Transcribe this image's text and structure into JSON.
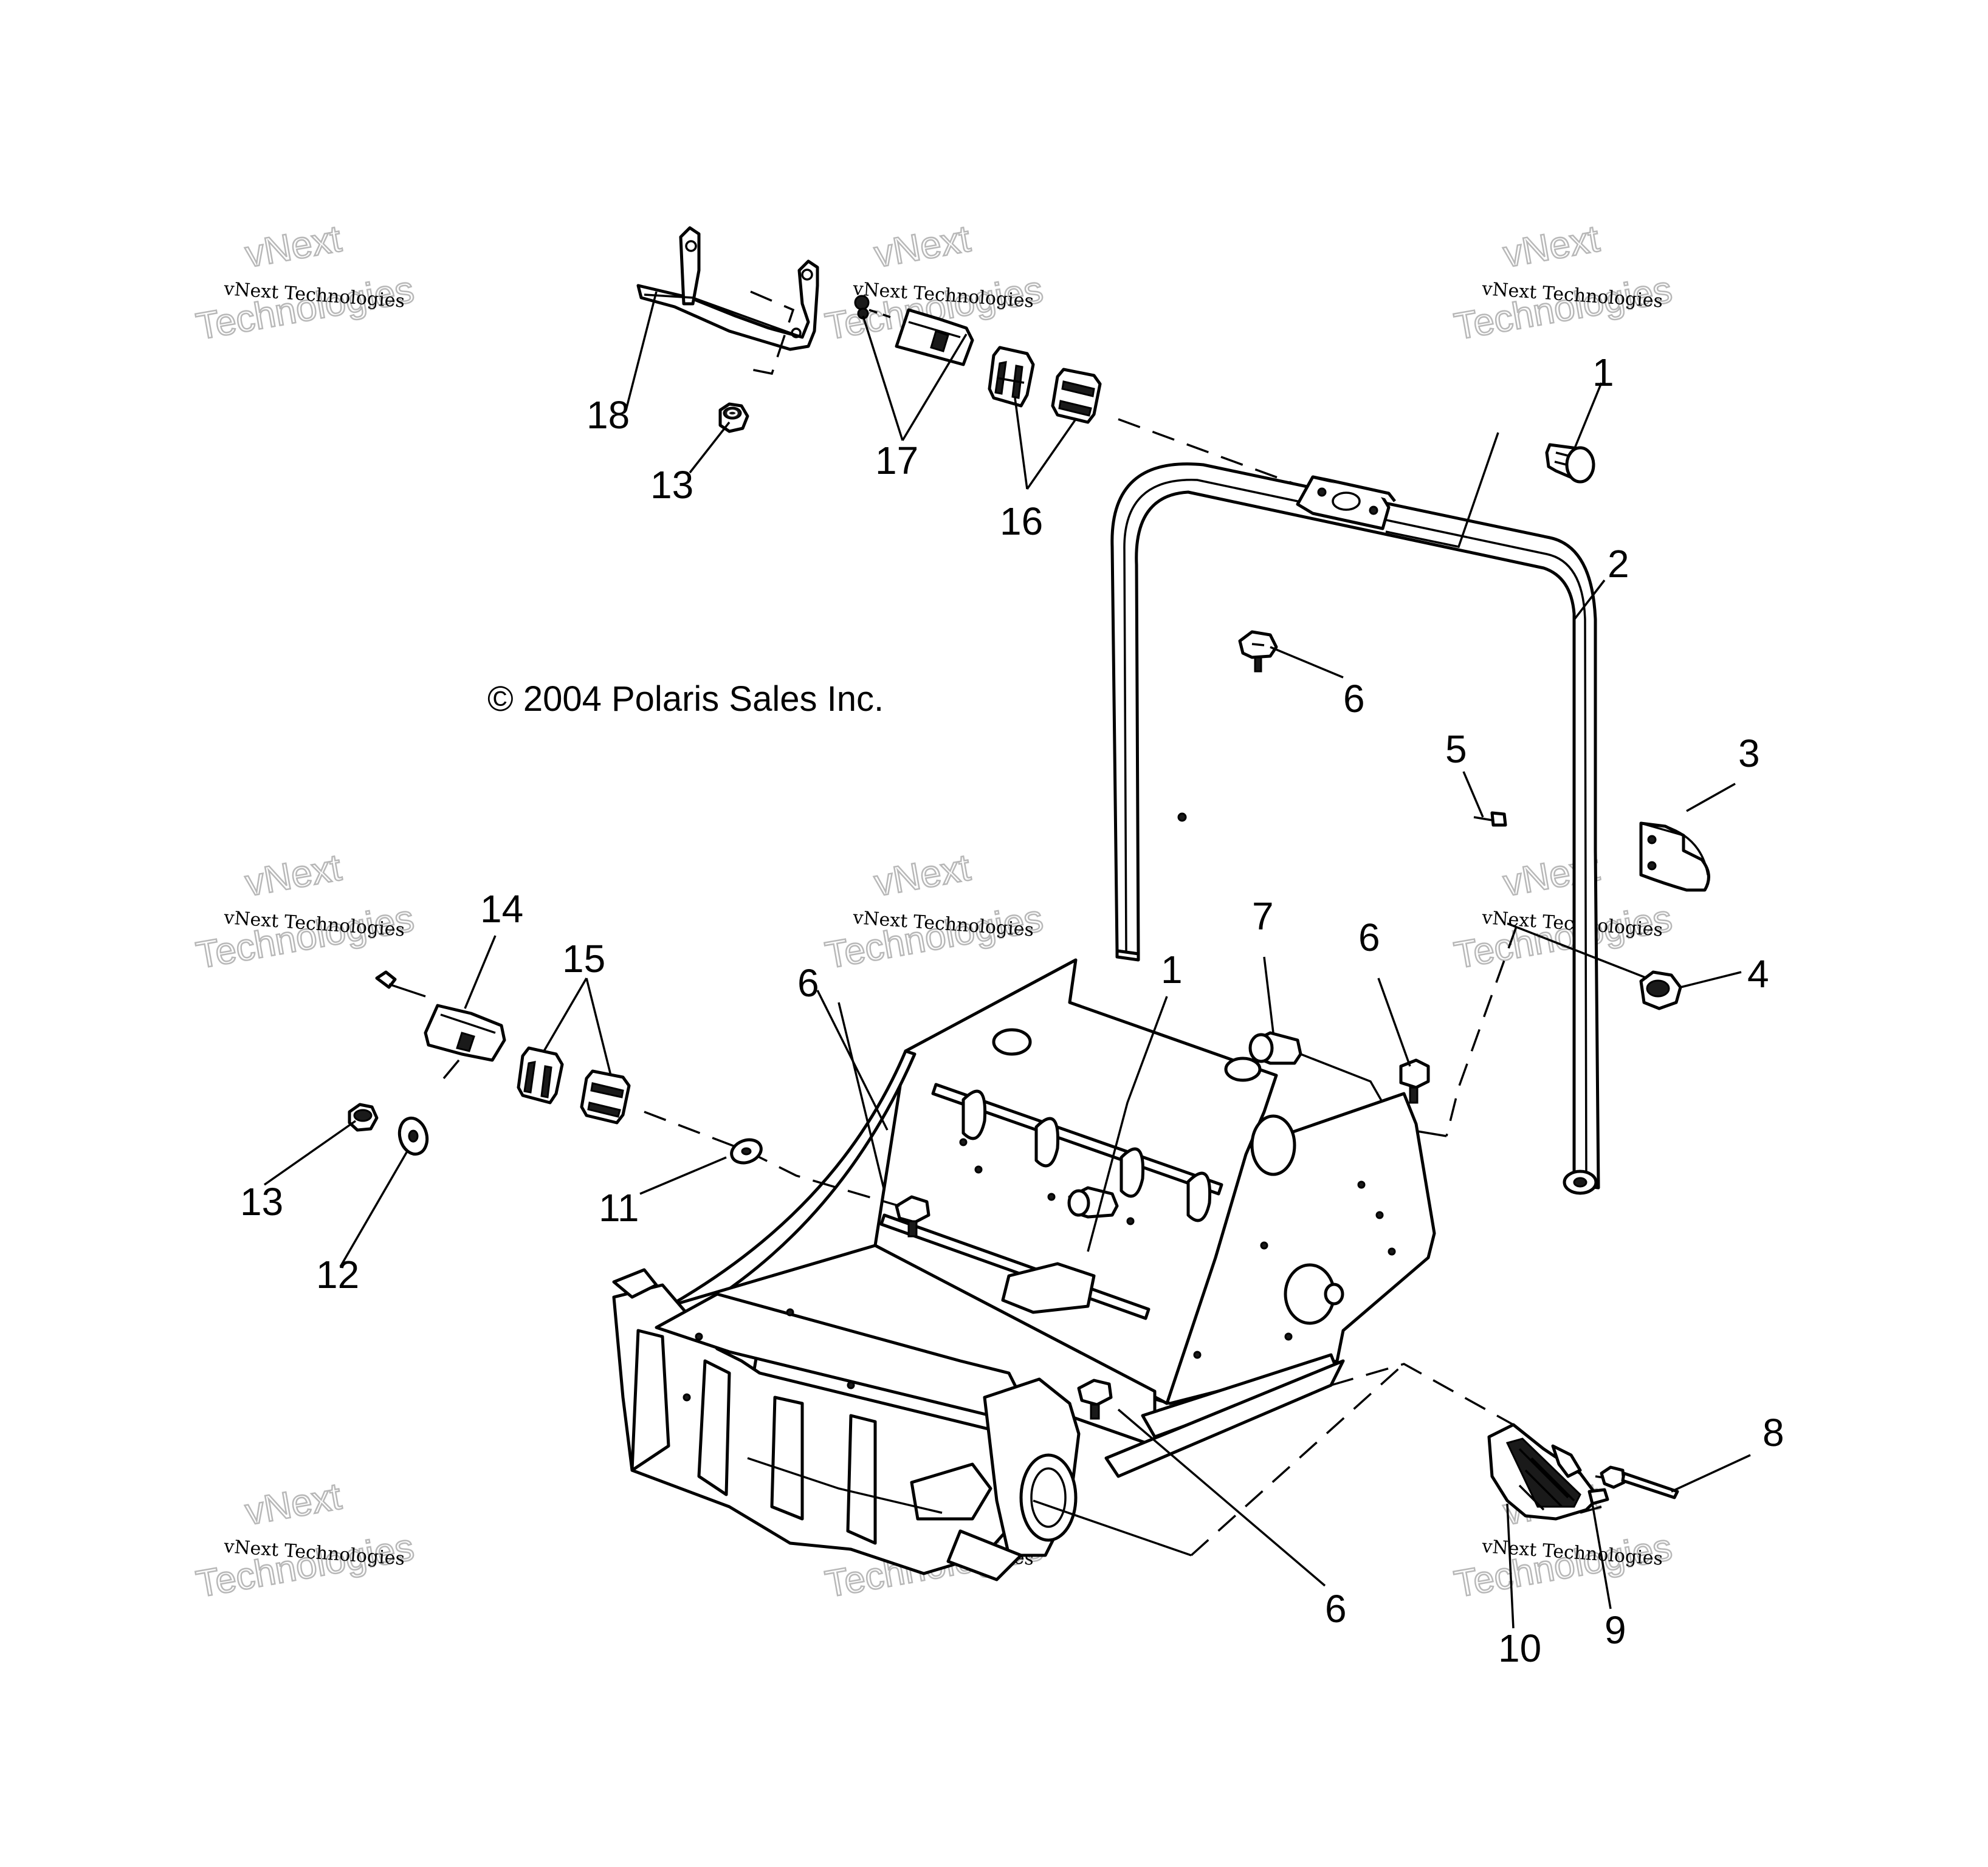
{
  "copyright": "© 2004 Polaris Sales Inc.",
  "watermark": {
    "line1": "vNext Technologies",
    "line2": "vNext",
    "line3": "Technologies"
  },
  "callouts": [
    "1",
    "2",
    "3",
    "4",
    "5",
    "6",
    "7",
    "8",
    "9",
    "10",
    "11",
    "12",
    "13",
    "14",
    "15",
    "16",
    "17",
    "18"
  ]
}
